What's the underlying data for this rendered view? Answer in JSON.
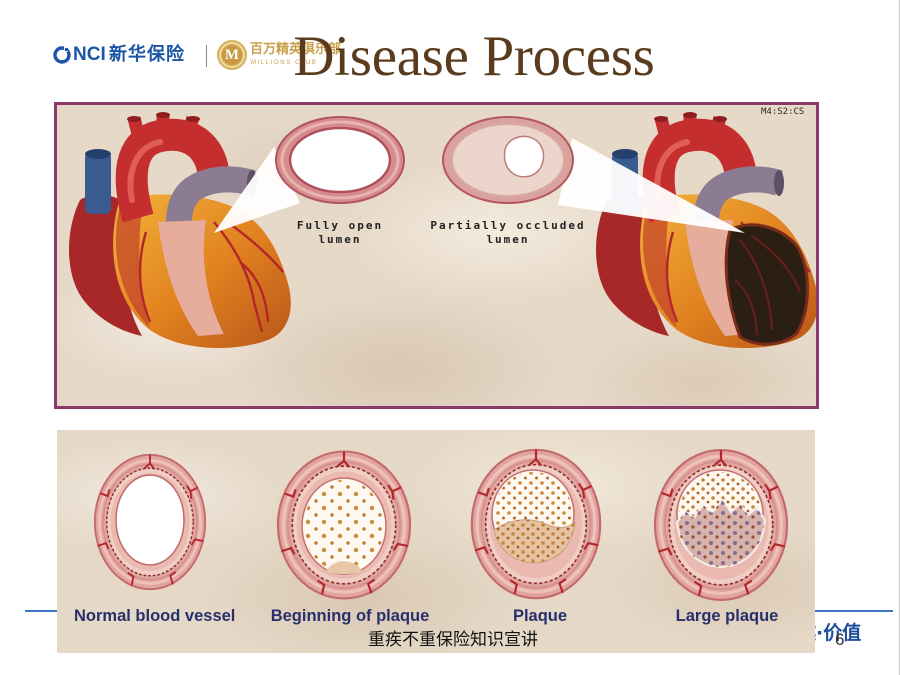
{
  "logo": {
    "company_mark": "NCI",
    "company_name": "新华保险",
    "club_mark": "M",
    "club_name": "百万精英俱乐部",
    "club_name_en": "MILLIONS CLUB"
  },
  "slide": {
    "title": "Disease Process",
    "footer_text": "重疾不重保险知识宣讲",
    "slogan_fragment": "越·价值",
    "page_number": "6"
  },
  "top_figure": {
    "code": "M4:S2:CS",
    "cross_sections": [
      {
        "line1": "Fully open",
        "line2": "lumen"
      },
      {
        "line1": "Partially occluded",
        "line2": "lumen"
      }
    ]
  },
  "bottom_figure": {
    "stages": [
      "Normal blood vessel",
      "Beginning of plaque",
      "Plaque",
      "Large plaque"
    ]
  },
  "colors": {
    "brand_blue": "#1b56a6",
    "club_gold": "#c9a049",
    "title_brown": "#5b3b1d",
    "figure_frame": "#8d3a6a",
    "stage_label": "#27306c",
    "footer_rule": "#3d78c4"
  },
  "icons": {
    "company_logo": "nci-ring-icon",
    "club_logo": "millions-club-emblem"
  }
}
